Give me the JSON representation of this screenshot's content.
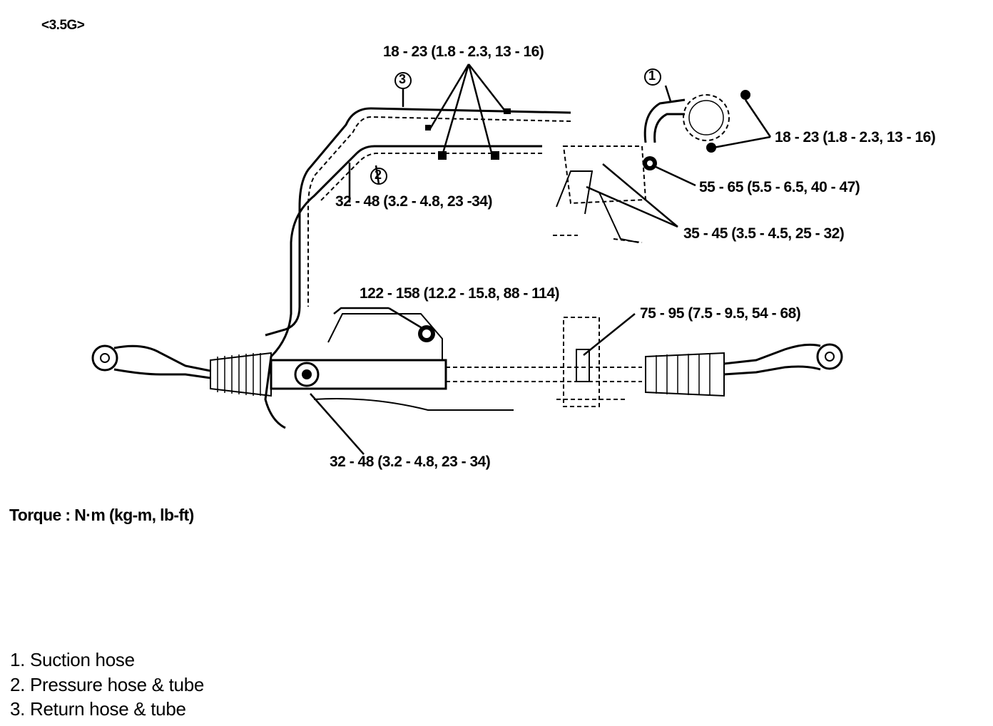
{
  "header": {
    "variant": "<3.5G>"
  },
  "torque_labels": {
    "top_center": "18 -  23 (1.8 - 2.3, 13 - 16)",
    "right_upper": "18 - 23 (1.8 - 2.3, 13 - 16)",
    "pump_outlet": "55 - 65 (5.5 - 6.5, 40 - 47)",
    "pump_mount": "35 - 45 (3.5 - 4.5, 25 - 32)",
    "pressure_tube": "32 - 48 (3.2 -  4.8, 23 -34)",
    "gear_mount": "122 - 158 (12.2 -  15.8, 88 - 114)",
    "gear_clamp": "75 - 95 (7.5 - 9.5, 54 - 68)",
    "gear_fitting": "32 - 48 (3.2 - 4.8, 23 - 34)"
  },
  "callouts": {
    "one": "1",
    "two": "2",
    "three": "3"
  },
  "torque_unit": "Torque : N·m (kg-m, lb-ft)",
  "legend": [
    "1. Suction hose",
    "2. Pressure hose & tube",
    "3. Return hose & tube"
  ]
}
